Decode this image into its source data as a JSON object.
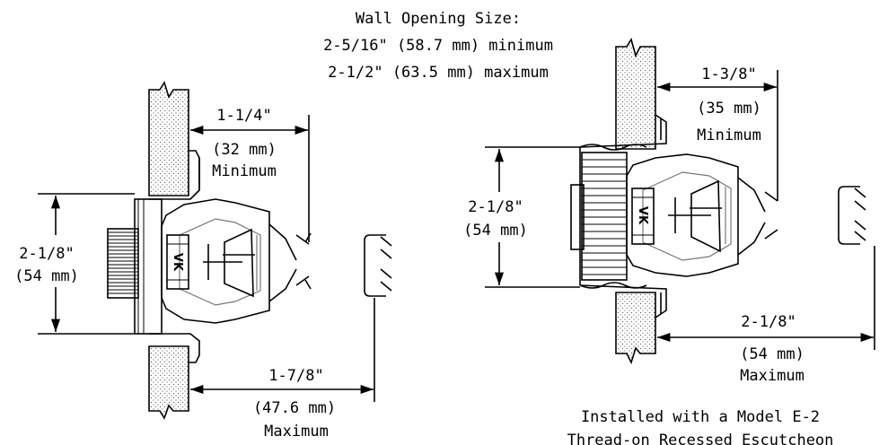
{
  "header": {
    "line1": "Wall Opening Size:",
    "line2": "2-5/16\" (58.7 mm) minimum",
    "line3": "2-1/2\" (63.5 mm) maximum"
  },
  "left": {
    "top_dim_in": "1-1/4\"",
    "top_dim_mm": "(32 mm)",
    "top_dim_note": "Minimum",
    "side_dim_in": "2-1/8\"",
    "side_dim_mm": "(54 mm)",
    "bottom_dim_in": "1-7/8\"",
    "bottom_dim_mm": "(47.6 mm)",
    "bottom_dim_note": "Maximum",
    "logo": "VK"
  },
  "right": {
    "top_dim_in": "1-3/8\"",
    "top_dim_mm": "(35 mm)",
    "top_dim_note": "Minimum",
    "side_dim_in": "2-1/8\"",
    "side_dim_mm": "(54 mm)",
    "bottom_dim_in": "2-1/8\"",
    "bottom_dim_mm": "(54 mm)",
    "bottom_dim_note": "Maximum",
    "caption1": "Installed with a Model E-2",
    "caption2": "Thread-on Recessed Escutcheon",
    "logo": "VK"
  }
}
